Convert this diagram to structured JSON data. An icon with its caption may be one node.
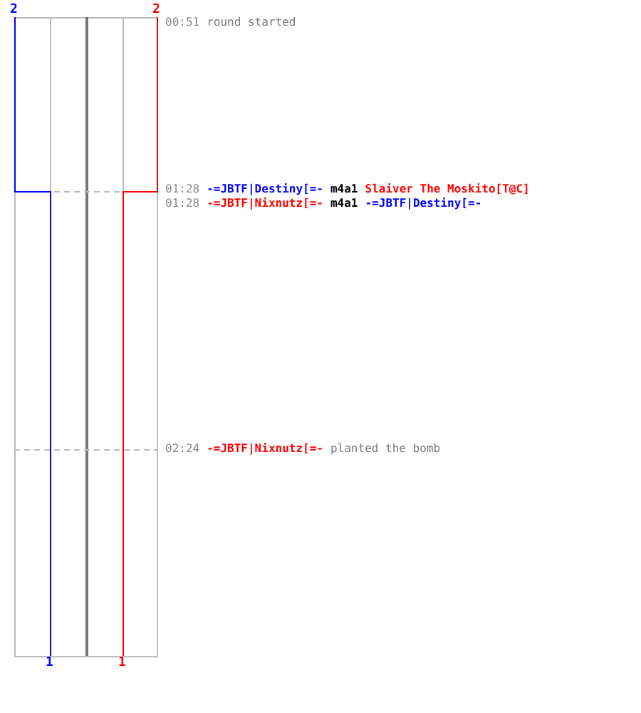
{
  "diagram": {
    "labels": [
      "2",
      "2",
      "00:51",
      "round started",
      "01:28",
      "-=JBTF|Destiny[=-",
      "m4a1",
      "Slaiver The Moskito[T@C]",
      "01:28",
      "-=JBTF|Nixnutz[=-",
      "m4a1",
      "-=JBTF|Destiny[=-",
      "02:24",
      "-=JBTF|Nixnutz[=-",
      "planted the bomb",
      "1",
      "1"
    ]
  }
}
